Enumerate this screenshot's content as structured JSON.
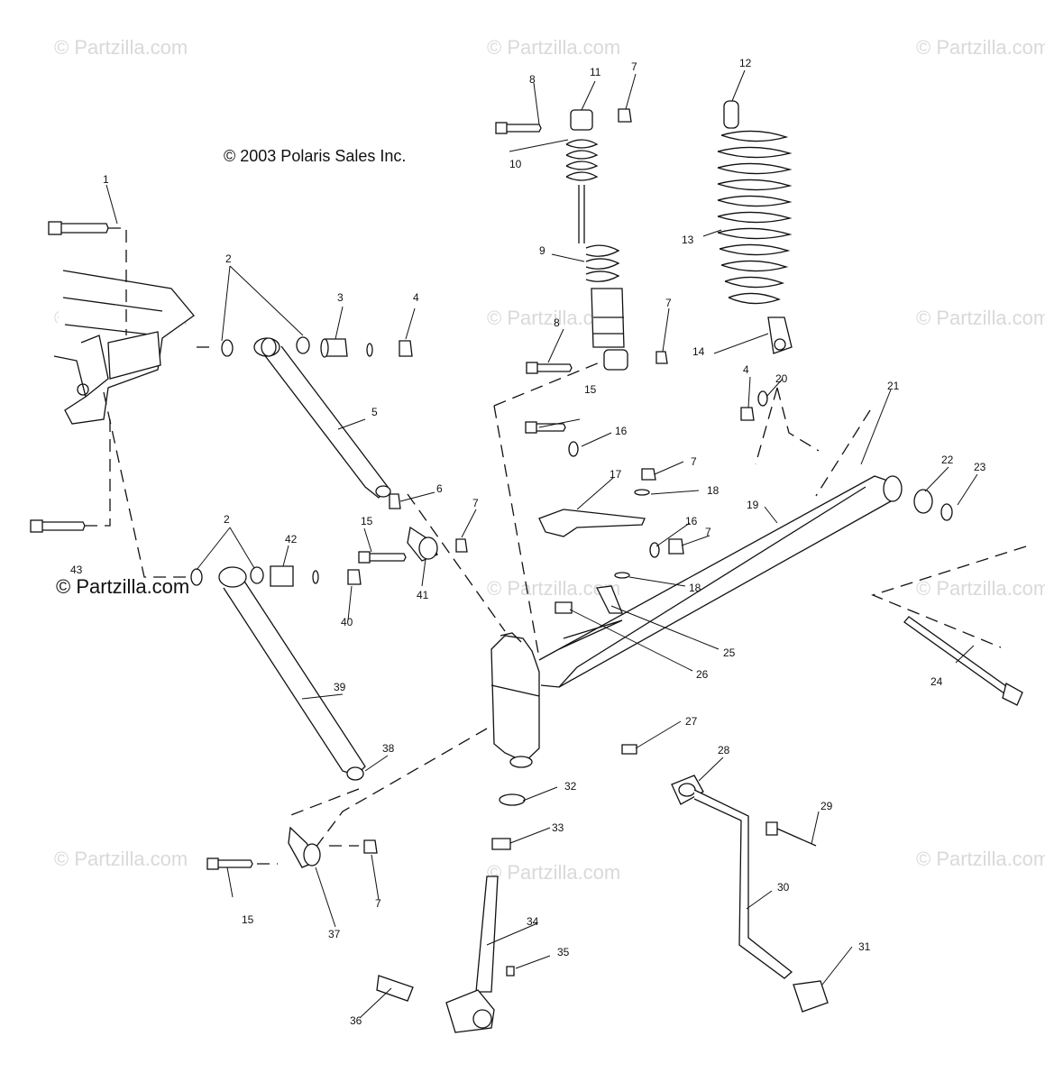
{
  "diagram": {
    "copyright": "© 2003 Polaris Sales Inc.",
    "site_label": "© Partzilla.com",
    "watermark": "© Partzilla.com",
    "callouts": [
      "1",
      "2",
      "3",
      "4",
      "5",
      "6",
      "7",
      "8",
      "9",
      "10",
      "11",
      "12",
      "13",
      "14",
      "15",
      "16",
      "17",
      "18",
      "19",
      "20",
      "21",
      "22",
      "23",
      "24",
      "25",
      "26",
      "27",
      "28",
      "29",
      "30",
      "31",
      "32",
      "33",
      "34",
      "35",
      "36",
      "37",
      "38",
      "39",
      "40",
      "41",
      "42",
      "43"
    ],
    "colors": {
      "line": "#111111",
      "watermark": "#d9d9d9",
      "part_fill": "#ffffff",
      "shade": "#9a9a9a"
    }
  }
}
